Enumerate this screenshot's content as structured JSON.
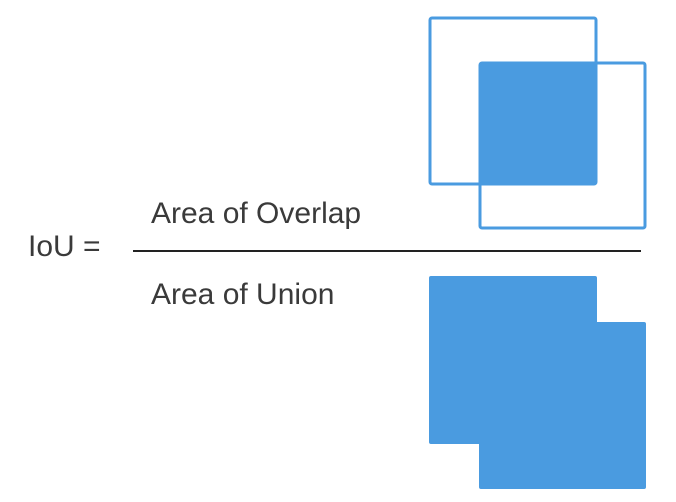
{
  "formula": {
    "lhs": "IoU =",
    "numerator": "Area of Overlap",
    "denominator": "Area of Union"
  },
  "colors": {
    "box_blue": "#4a9be0",
    "text": "#3a3a3a",
    "fraction_bar": "#222222",
    "background": "#ffffff"
  }
}
